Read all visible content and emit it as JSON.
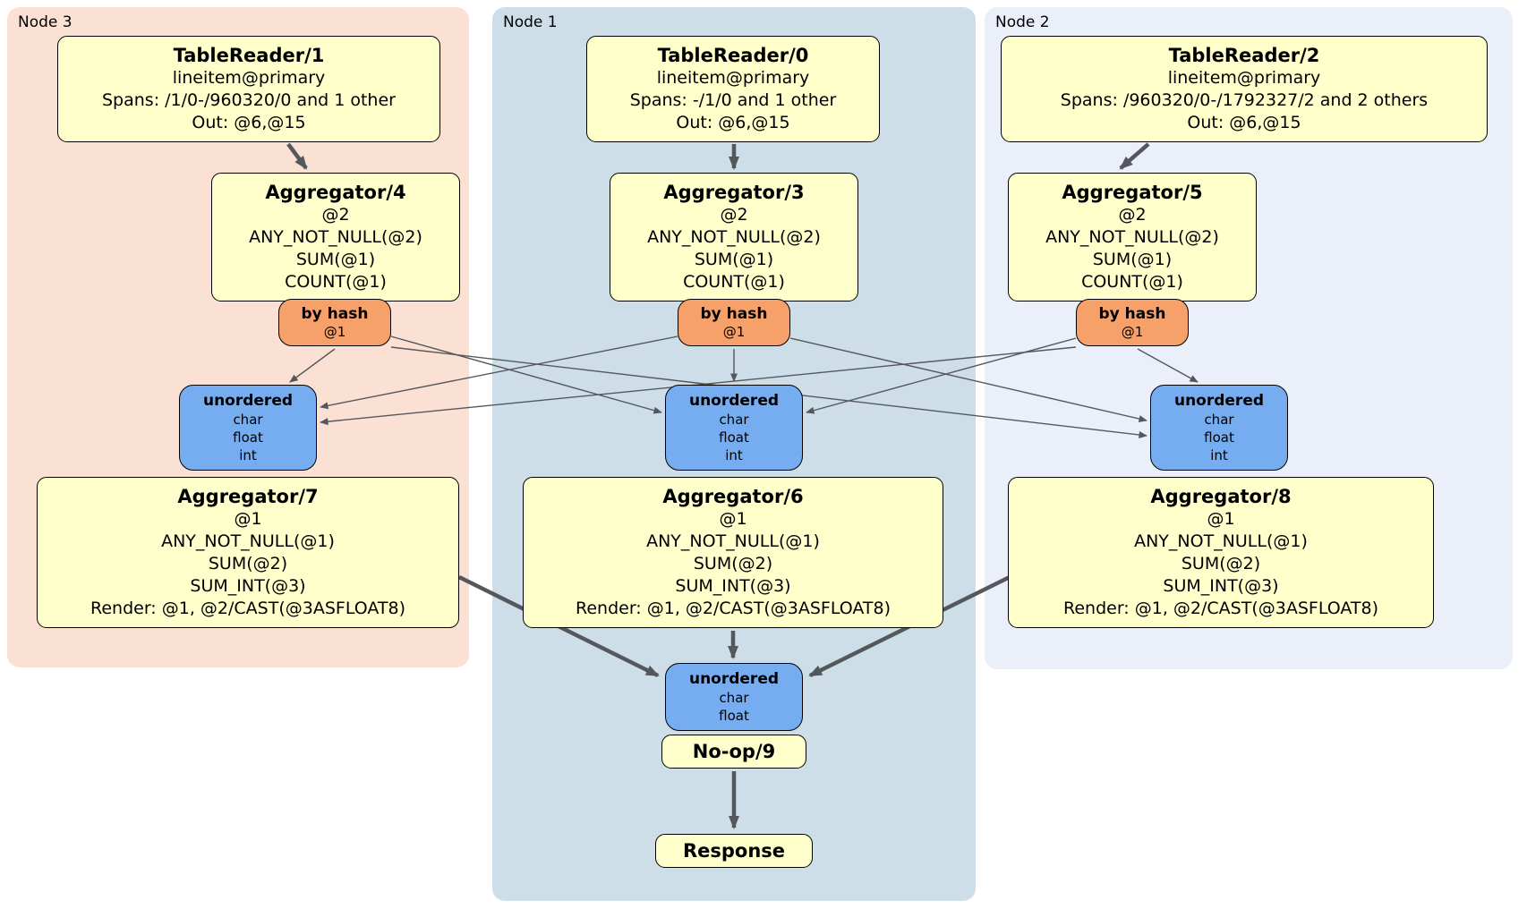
{
  "regions": {
    "node3": {
      "label": "Node 3"
    },
    "node1": {
      "label": "Node 1"
    },
    "node2": {
      "label": "Node 2"
    }
  },
  "processors": {
    "tablereader1": {
      "title": "TableReader/1",
      "lines": [
        "lineitem@primary",
        "Spans: /1/0-/960320/0 and 1 other",
        "Out: @6,@15"
      ]
    },
    "tablereader0": {
      "title": "TableReader/0",
      "lines": [
        "lineitem@primary",
        "Spans: -/1/0 and 1 other",
        "Out: @6,@15"
      ]
    },
    "tablereader2": {
      "title": "TableReader/2",
      "lines": [
        "lineitem@primary",
        "Spans: /960320/0-/1792327/2 and 2 others",
        "Out: @6,@15"
      ]
    },
    "aggregator4": {
      "title": "Aggregator/4",
      "lines": [
        "@2",
        "ANY_NOT_NULL(@2)",
        "SUM(@1)",
        "COUNT(@1)"
      ]
    },
    "aggregator3": {
      "title": "Aggregator/3",
      "lines": [
        "@2",
        "ANY_NOT_NULL(@2)",
        "SUM(@1)",
        "COUNT(@1)"
      ]
    },
    "aggregator5": {
      "title": "Aggregator/5",
      "lines": [
        "@2",
        "ANY_NOT_NULL(@2)",
        "SUM(@1)",
        "COUNT(@1)"
      ]
    },
    "aggregator7": {
      "title": "Aggregator/7",
      "lines": [
        "@1",
        "ANY_NOT_NULL(@1)",
        "SUM(@2)",
        "SUM_INT(@3)",
        "Render: @1, @2/CAST(@3ASFLOAT8)"
      ]
    },
    "aggregator6": {
      "title": "Aggregator/6",
      "lines": [
        "@1",
        "ANY_NOT_NULL(@1)",
        "SUM(@2)",
        "SUM_INT(@3)",
        "Render: @1, @2/CAST(@3ASFLOAT8)"
      ]
    },
    "aggregator8": {
      "title": "Aggregator/8",
      "lines": [
        "@1",
        "ANY_NOT_NULL(@1)",
        "SUM(@2)",
        "SUM_INT(@3)",
        "Render: @1, @2/CAST(@3ASFLOAT8)"
      ]
    },
    "noop9": {
      "title": "No-op/9"
    },
    "response": {
      "title": "Response"
    }
  },
  "routers": {
    "byhash3": {
      "title": "by hash",
      "lines": [
        "@1"
      ]
    },
    "byhash1": {
      "title": "by hash",
      "lines": [
        "@1"
      ]
    },
    "byhash2": {
      "title": "by hash",
      "lines": [
        "@1"
      ]
    }
  },
  "synchronizers": {
    "unordered3": {
      "title": "unordered",
      "lines": [
        "char",
        "float",
        "int"
      ]
    },
    "unordered1": {
      "title": "unordered",
      "lines": [
        "char",
        "float",
        "int"
      ]
    },
    "unordered2": {
      "title": "unordered",
      "lines": [
        "char",
        "float",
        "int"
      ]
    },
    "unordered9": {
      "title": "unordered",
      "lines": [
        "char",
        "float"
      ]
    }
  },
  "colors": {
    "canvas": "#ffffff",
    "processor_fill": "#ffffcc",
    "router_fill": "#f6a06a",
    "synchronizer_fill": "#76adf1",
    "node3_region_fill": "#fbe0d4",
    "node1_region_fill": "#cedee9",
    "node2_region_fill": "#eaeffa",
    "edge": "#54585c",
    "border": "#000000"
  }
}
